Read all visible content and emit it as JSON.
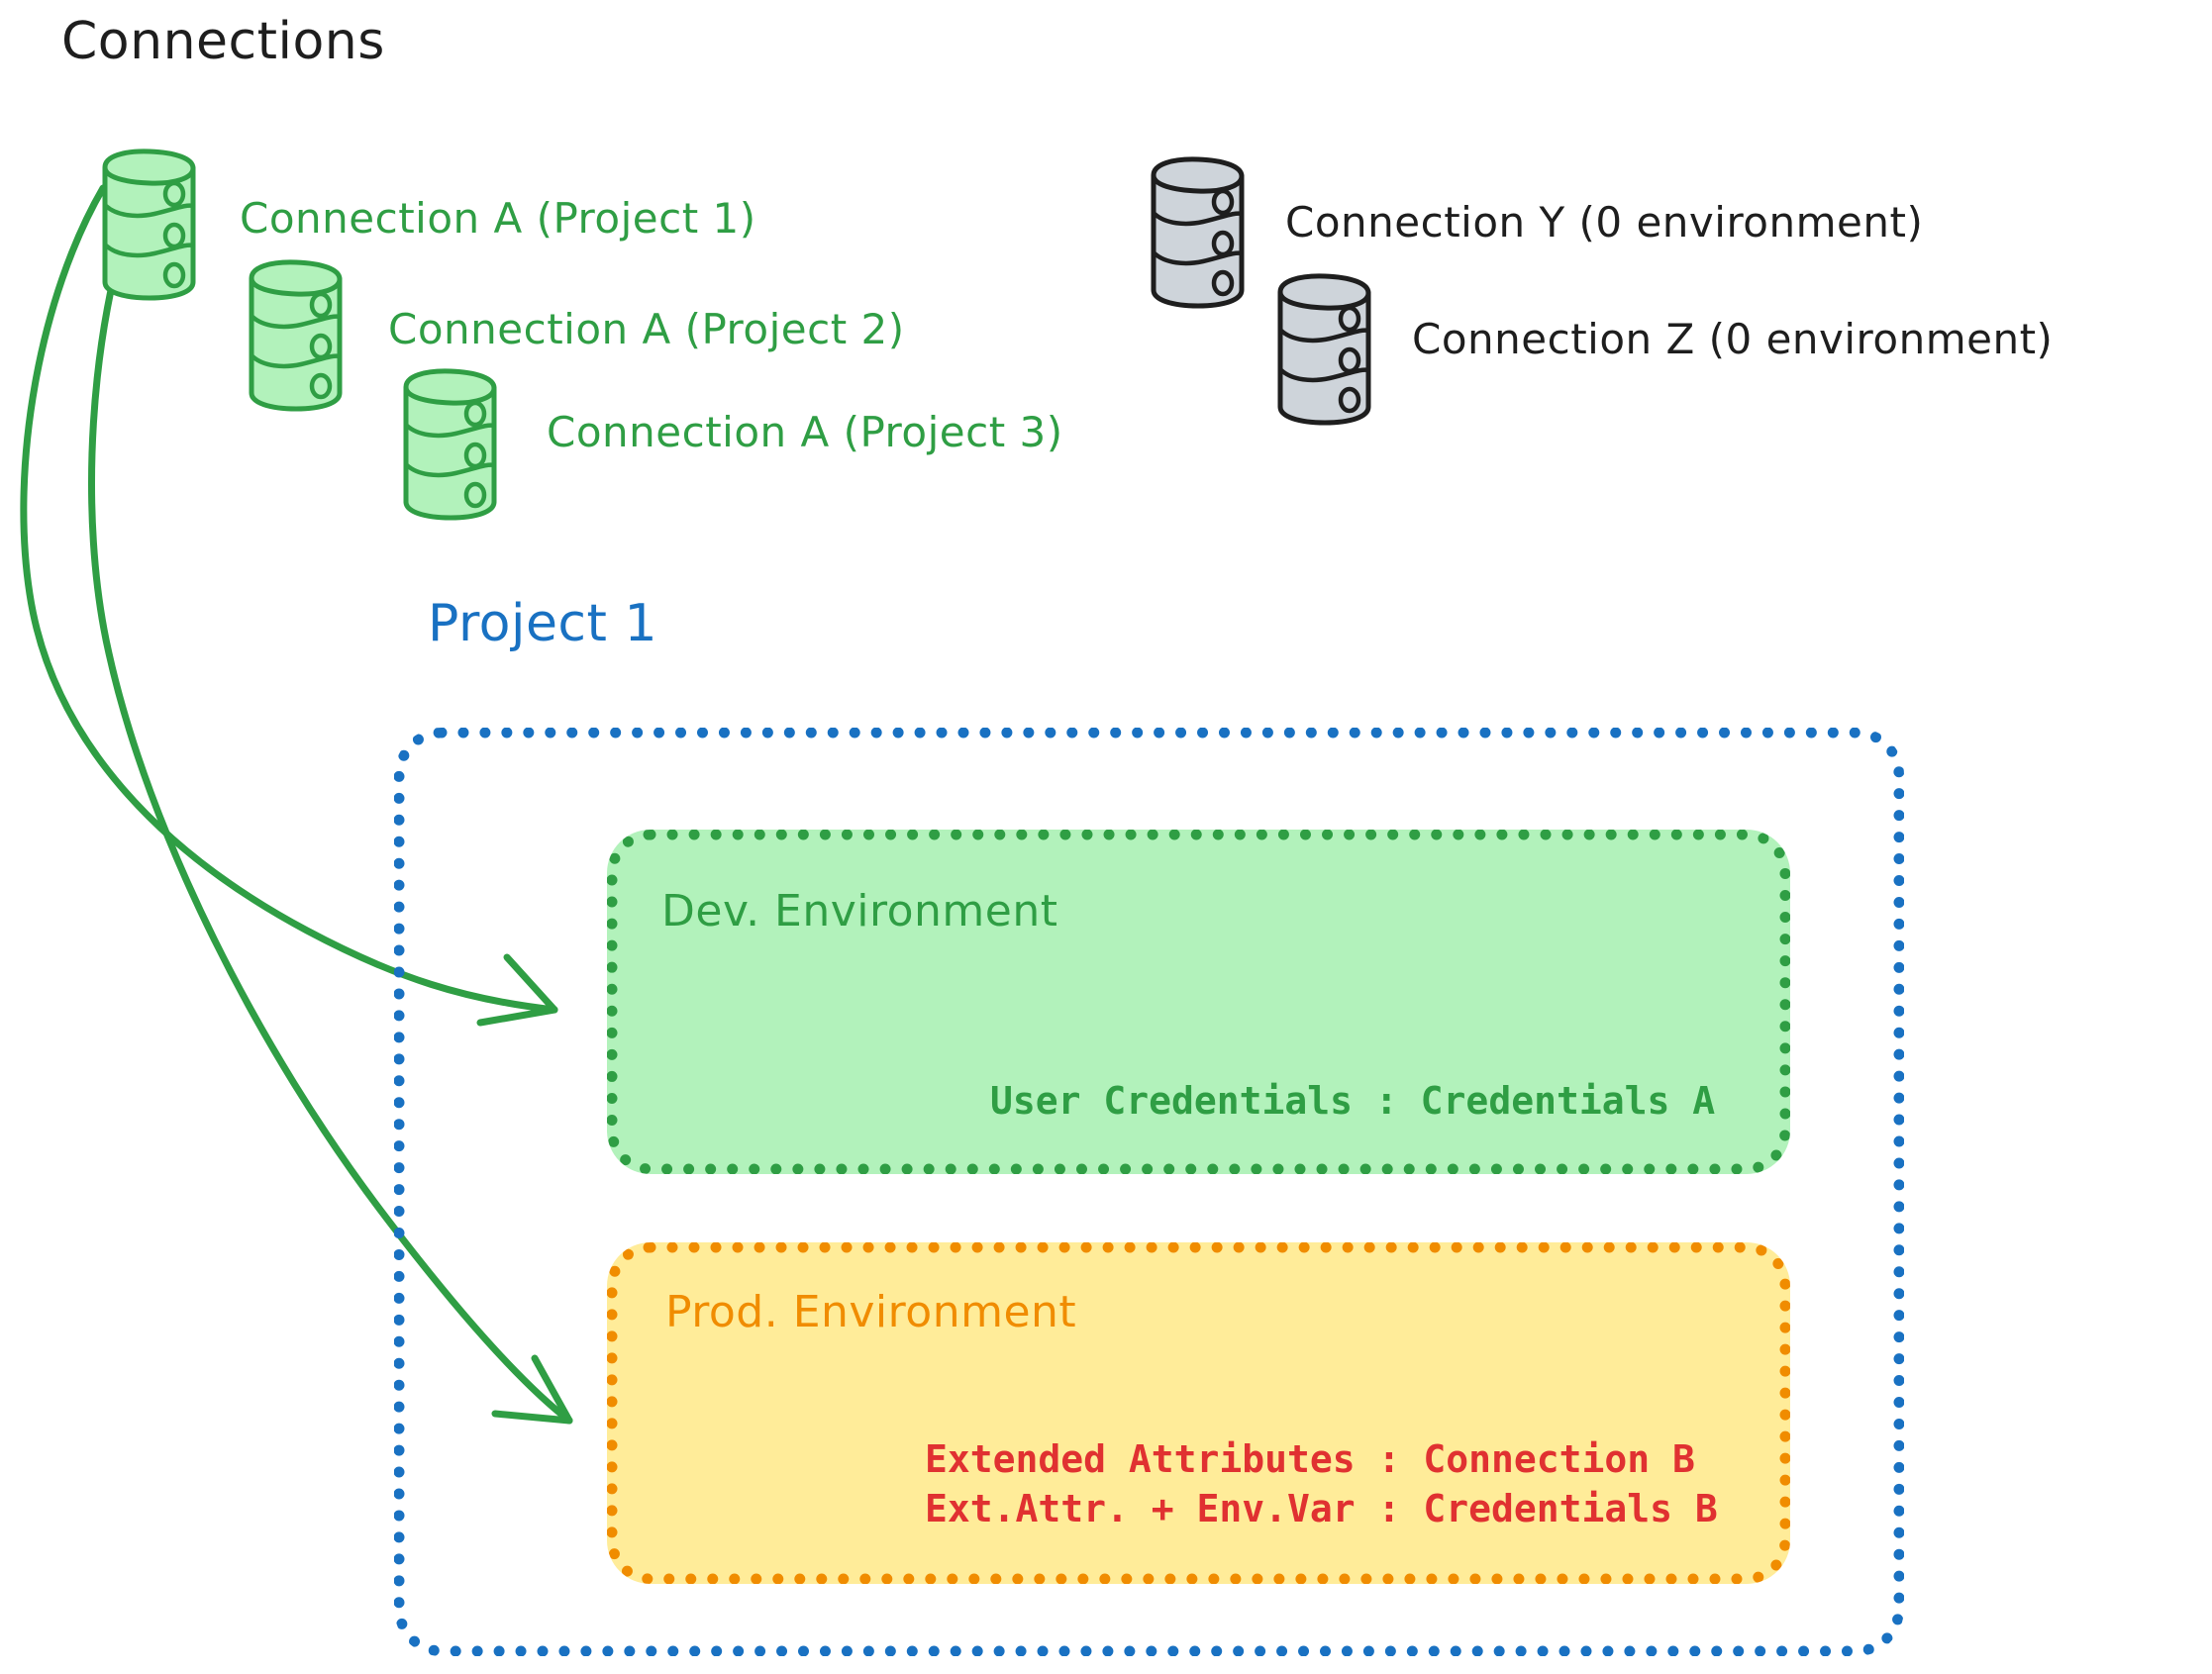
{
  "diagram": {
    "title": "Connections",
    "project_label": "Project 1"
  },
  "connections": [
    {
      "id": "conn-a-p1",
      "label": "Connection A (Project 1)",
      "color": "#2f9e44",
      "state": "bound"
    },
    {
      "id": "conn-a-p2",
      "label": "Connection A (Project 2)",
      "color": "#2f9e44",
      "state": "bound"
    },
    {
      "id": "conn-a-p3",
      "label": "Connection A (Project 3)",
      "color": "#2f9e44",
      "state": "bound"
    },
    {
      "id": "conn-y",
      "label": "Connection Y (0 environment)",
      "color": "#1e1e1e",
      "state": "unbound"
    },
    {
      "id": "conn-z",
      "label": "Connection Z (0 environment)",
      "color": "#1e1e1e",
      "state": "unbound"
    }
  ],
  "project": {
    "name": "Project 1",
    "border_color": "#1971c2",
    "environments": [
      {
        "id": "dev",
        "name": "Dev. Environment",
        "fill": "#b2f2bb",
        "border": "#2f9e44",
        "text_color": "#2f9e44",
        "rows": [
          "User Credentials : Credentials A"
        ]
      },
      {
        "id": "prod",
        "name": "Prod. Environment",
        "fill": "#ffec99",
        "border": "#f08c00",
        "text_color": "#e03131",
        "rows": [
          "Extended Attributes : Connection B",
          "Ext.Attr. + Env.Var : Credentials B"
        ]
      }
    ]
  },
  "arrows": [
    {
      "id": "arrow-to-dev",
      "from": "conn-a-p1",
      "to": "dev",
      "color": "#2f9e44"
    },
    {
      "id": "arrow-to-prod",
      "from": "conn-a-p1",
      "to": "prod",
      "color": "#2f9e44"
    }
  ],
  "colors": {
    "green_stroke": "#2f9e44",
    "green_fill": "#b2f2bb",
    "gray_stroke": "#1e1e1e",
    "gray_fill": "#ced4da",
    "blue": "#1971c2",
    "orange": "#f08c00",
    "orange_fill": "#ffec99",
    "red": "#e03131",
    "ink": "#1e1e1e"
  }
}
